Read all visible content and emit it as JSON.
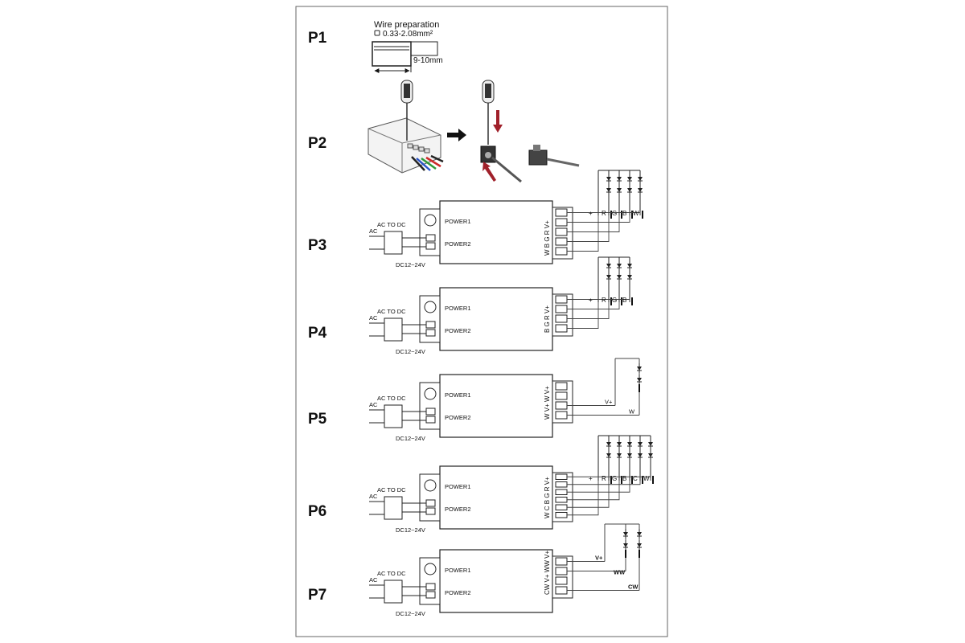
{
  "panels": [
    {
      "label": "P1"
    },
    {
      "label": "P2"
    },
    {
      "label": "P3"
    },
    {
      "label": "P4"
    },
    {
      "label": "P5"
    },
    {
      "label": "P6"
    },
    {
      "label": "P7"
    }
  ],
  "wire_prep": {
    "title": "Wire preparation",
    "gauge": "0.33-2.08mm²",
    "strip": "9-10mm"
  },
  "controller": {
    "power1": "POWER1",
    "power2": "POWER2",
    "ac_to_dc": "AC TO DC",
    "ac": "AC",
    "dc_range": "DC12~24V"
  },
  "p3": {
    "terminals": "W B G R V+",
    "strip_labels": [
      "+",
      "R",
      "G",
      "B",
      "W"
    ]
  },
  "p4": {
    "terminals": "B G R V+",
    "strip_labels": [
      "+",
      "R",
      "G",
      "B"
    ]
  },
  "p5": {
    "terminals": "W V+ W V+",
    "wires": [
      "V+",
      "W"
    ]
  },
  "p6": {
    "terminals": "W C B G R V+",
    "strip_labels": [
      "+",
      "R",
      "G",
      "B",
      "C",
      "W"
    ]
  },
  "p7": {
    "terminals": "CW V+ WW V+",
    "wires": [
      "V+",
      "WW",
      "CW"
    ]
  },
  "colors": {
    "line": "#222222",
    "frame": "#555555",
    "arrow_red": "#a0202a",
    "wire_blue": "#2a55c8",
    "wire_green": "#2f9a3a",
    "wire_red": "#cc2a2a"
  }
}
